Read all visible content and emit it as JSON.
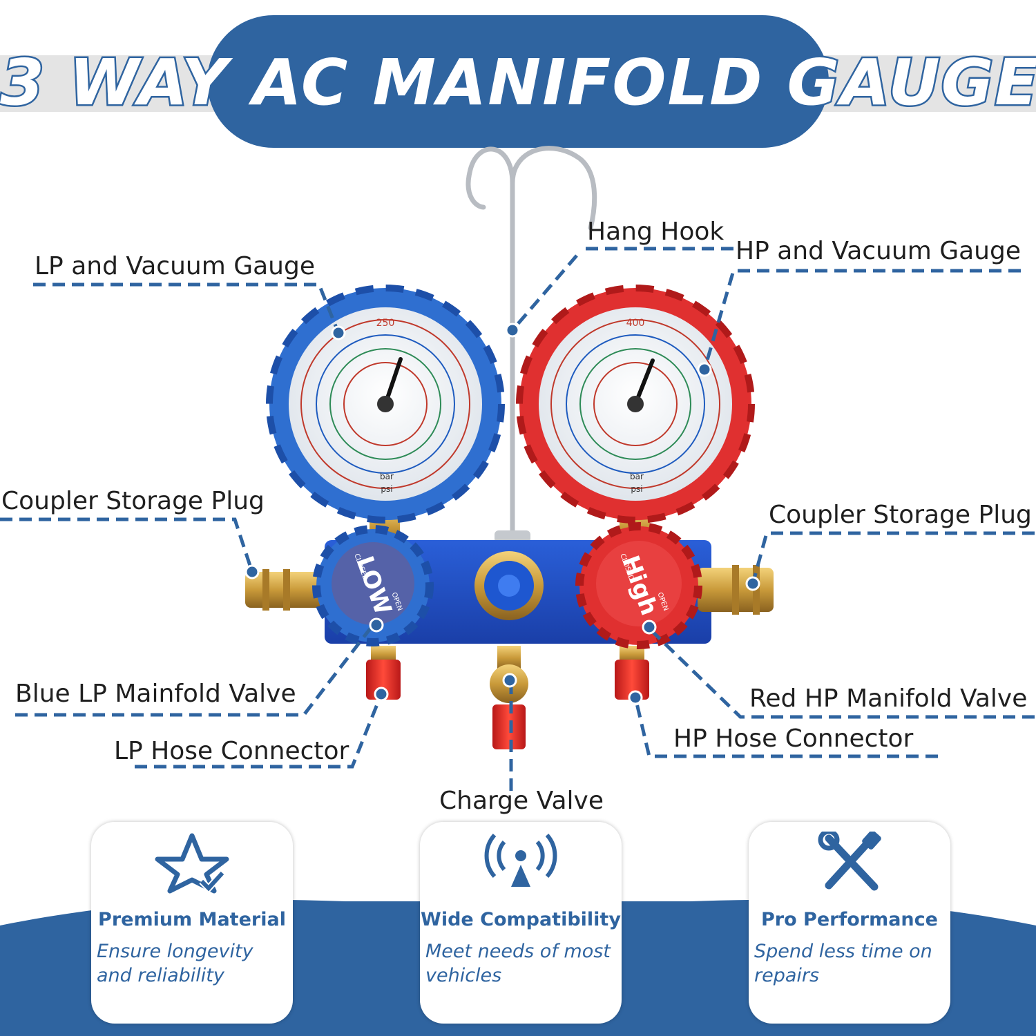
{
  "header": {
    "title": "3 WAY AC MANIFOLD GAUGE"
  },
  "colors": {
    "brand_blue": "#2f64a0",
    "gauge_blue": "#2f6fd0",
    "gauge_red": "#e03030",
    "brass": "#c99a3a"
  },
  "callouts": {
    "hang_hook": "Hang Hook",
    "lp_gauge": "LP and Vacuum Gauge",
    "hp_gauge": "HP and Vacuum Gauge",
    "coupler_left": "Coupler Storage Plug",
    "coupler_right": "Coupler Storage Plug",
    "blue_lp_valve": "Blue LP Mainfold Valve",
    "red_hp_valve": "Red HP Manifold Valve",
    "lp_hose": "LP Hose Connector",
    "hp_hose": "HP Hose Connector",
    "charge_valve": "Charge Valve"
  },
  "product": {
    "low_knob": {
      "main": "LOW",
      "closed": "CLOSED",
      "open": "OPEN"
    },
    "high_knob": {
      "main": "High",
      "closed": "CLOSED",
      "open": "OPEN"
    },
    "lp_dial": {
      "top": "250",
      "psi": "psi",
      "bar": "bar"
    },
    "hp_dial": {
      "top": "400",
      "psi": "psi",
      "bar": "bar"
    }
  },
  "features": [
    {
      "icon": "star-check-icon",
      "title": "Premium Material",
      "desc": "Ensure longevity and reliability"
    },
    {
      "icon": "signal-tower-icon",
      "title": "Wide Compatibility",
      "desc": "Meet needs of most vehicles"
    },
    {
      "icon": "wrench-screwdriver-icon",
      "title": "Pro Performance",
      "desc": "Spend less time on repairs"
    }
  ]
}
